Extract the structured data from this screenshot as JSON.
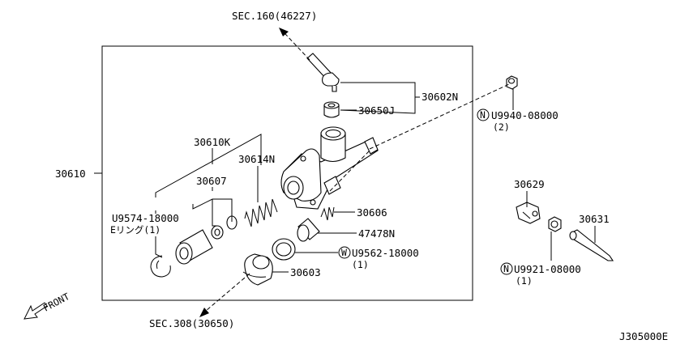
{
  "labels": {
    "sec160": "SEC.160(46227)",
    "sec308": "SEC.308(30650)",
    "p30602N": "30602N",
    "p30650J": "30650J",
    "p30610": "30610",
    "p30610K": "30610K",
    "p30614N": "30614N",
    "p30607": "30607",
    "p30606": "30606",
    "p47478N": "47478N",
    "u9574": "U9574-18000",
    "eRing": "Eリング(1)",
    "u9562": "U9562-18000",
    "u9562qty": "(1)",
    "p30603": "30603",
    "u9940": "U9940-08000",
    "u9940qty": "(2)",
    "p30629": "30629",
    "p30631": "30631",
    "u9921": "U9921-08000",
    "u9921qty": "(1)",
    "front": "FRONT",
    "diagramId": "J305000E"
  },
  "symbols": {
    "n": "N",
    "w": "W"
  }
}
